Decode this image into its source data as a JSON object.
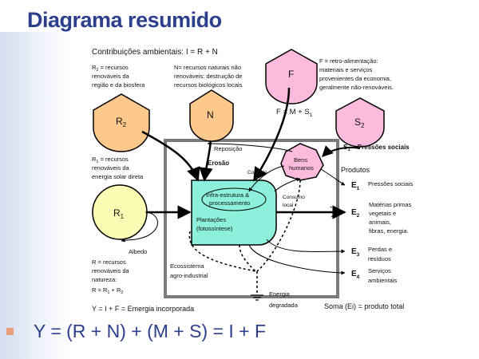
{
  "title": "Diagrama resumido",
  "contributions": "Contribuições ambientais: I = R + N",
  "r2_desc": [
    "R2 = recursos",
    "renováveis da",
    "região e da biosfera"
  ],
  "n_desc": [
    "N= recursos naturais não",
    "renováveis: destruição de",
    "recursos biológicos locais"
  ],
  "f_desc": [
    "F = retro-alimentação:",
    "materiais e serviços",
    "provenientes da economia,",
    "geralmente não-renováveis."
  ],
  "r1_desc": [
    "R1 = recursos",
    "renováveis da",
    "energia solar direta"
  ],
  "r_desc": [
    "R = recursos",
    "renováveis da",
    "natureza:",
    "R = R1 + R2"
  ],
  "sources": {
    "r2": "R2",
    "n": "N",
    "f": "F",
    "s2": "S2",
    "r1": "R1"
  },
  "f_equation": "F = M + S1",
  "s1_label": "S1 = Pressões sociais",
  "reposicao": "Reposição",
  "erosao": "Erosão",
  "controle": "Controle",
  "bens": [
    "Bens",
    "humanos"
  ],
  "produtos": "Produtos",
  "consumo": [
    "Consumo",
    "local"
  ],
  "infra": [
    "Infra-estrutura &",
    "processamento"
  ],
  "plantacoes": [
    "Plantações",
    "(fotossíntese)"
  ],
  "albedo": "Albedo",
  "ecossistema": [
    "Ecossistema",
    "agro-industrial"
  ],
  "energia": [
    "Energia",
    "degradada"
  ],
  "outputs": {
    "e1": {
      "sym": "E1",
      "label": [
        "Pressões sociais"
      ]
    },
    "e2": {
      "sym": "E2",
      "label": [
        "Matérias primas",
        "vegetais e",
        "animais,",
        "fibras, energia."
      ]
    },
    "e3": {
      "sym": "E3",
      "label": [
        "Perdas e",
        "resíduos"
      ]
    },
    "e4": {
      "sym": "E4",
      "label": [
        "Serviços",
        "ambientais"
      ]
    }
  },
  "y_def": "Y = I + F = Emergia incorporada",
  "soma": "Soma (Ei) = produto total",
  "equation": "Y = (R + N) + (M + S) = I + F",
  "colors": {
    "title": "#2c3f8c",
    "orange": "#fcc88c",
    "pink": "#fcbadc",
    "yellow": "#fcfcb4",
    "teal": "#8cf0dc",
    "box": "#7a7a7a"
  }
}
